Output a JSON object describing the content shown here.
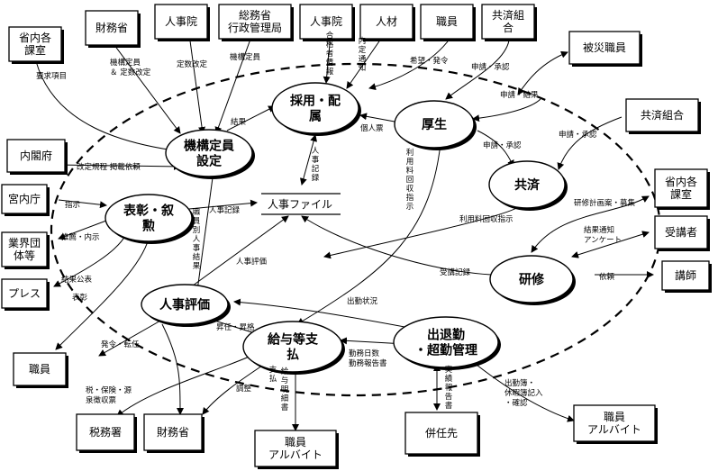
{
  "nodes": {
    "saiyo": [
      "採用・配",
      "属"
    ],
    "kosei": [
      "厚生"
    ],
    "kikou": [
      "機構定員",
      "設定"
    ],
    "kyosai": [
      "共済"
    ],
    "hyosho": [
      "表彰・叙",
      "勲"
    ],
    "kenshu": [
      "研修"
    ],
    "jinji_hyoka": [
      "人事評価"
    ],
    "kyuyo": [
      "給与等支",
      "払"
    ],
    "shuttai": [
      "出退勤",
      "・超勤管理"
    ]
  },
  "file": {
    "label": "人事ファイル"
  },
  "boxes": {
    "shonai_kakka": [
      "省内各",
      "課室"
    ],
    "zaimusho_top": [
      "財務省"
    ],
    "jinjiin_1": [
      "人事院"
    ],
    "somusho": [
      "総務省",
      "行政管理局"
    ],
    "jinjiin_2": [
      "人事院"
    ],
    "jinzai": [
      "人材"
    ],
    "shokuin_top": [
      "職員"
    ],
    "kyosai_kumiai_top": [
      "共済組",
      "合"
    ],
    "hisai_shokuin": [
      "被災職員"
    ],
    "kyosai_kumiai_right": [
      "共済組合"
    ],
    "naikakufu": [
      "内閣府"
    ],
    "kunaicho": [
      "宮内庁"
    ],
    "gyokai": [
      "業界団",
      "体等"
    ],
    "press": [
      "プレス"
    ],
    "shonai_kakushitsu": [
      "省内各",
      "課室"
    ],
    "jukosha": [
      "受講者"
    ],
    "koshi": [
      "講師"
    ],
    "shokuin_left": [
      "職員"
    ],
    "zeimusho": [
      "税務署"
    ],
    "zaimusho_bottom": [
      "財務省"
    ],
    "shokuin_arbeit_1": [
      "職員",
      "アルバイト"
    ],
    "heininsaki": [
      "併任先"
    ],
    "shokuin_arbeit_2": [
      "職員",
      "アルバイト"
    ]
  },
  "labels": {
    "yokyu_komoku": "要求項目",
    "kikou_teiin": [
      "機構定員",
      "＆ 定数改定"
    ],
    "teisu_kaitei": "定数改定",
    "kikou_teiin_2": "機構定員",
    "kekka": "結果",
    "gokakusha": "合格者情報",
    "naitei": "内定通知",
    "kibo": "希望・発令",
    "shinsei_1": "申請・承認",
    "shinsei_kekka": "申請・結果",
    "kojin_hyo": "個人票",
    "shinsei_2": "申請・承認",
    "shinsei_3": "申請・承認",
    "riyo_ryokin": "利用料回収指示",
    "kaitei": "改定規程 掲載依頼",
    "shiji": "指示",
    "suisen": "推薦・内示",
    "kekka_kohyo": "結果公表",
    "hyosho_lbl": "表彰",
    "jinji_kiroku": "人事記録",
    "jinji_kiroku_v": "人事記録",
    "shokuin_betsu": "職員別人事結果",
    "riyo_ryokin_2": "利用料回収指示",
    "kenshu_keikaku": "研修計画案・募集",
    "kekka_tsuchi": [
      "結果通知",
      "アンケート"
    ],
    "jinji_hyoka_lbl": "人事評価",
    "jukou_kiroku": "受講記録",
    "irai": "依頼",
    "shukkin_jokyo": "出勤状況",
    "hatsurei": "発令・転任",
    "ninyo": "昇任・昇格",
    "kinmu_nissu": [
      "勤務日数",
      "勤務報告書"
    ],
    "zei_hoken": [
      "税・保険・源",
      "泉徴収票"
    ],
    "chosei": "調整",
    "shiharai": "支払",
    "kyuyo_meisai": "給与明細書",
    "jisseki": "実績報告書",
    "shukkinbo": [
      "出勤簿・",
      "休暇簿記入",
      "・確認"
    ]
  }
}
